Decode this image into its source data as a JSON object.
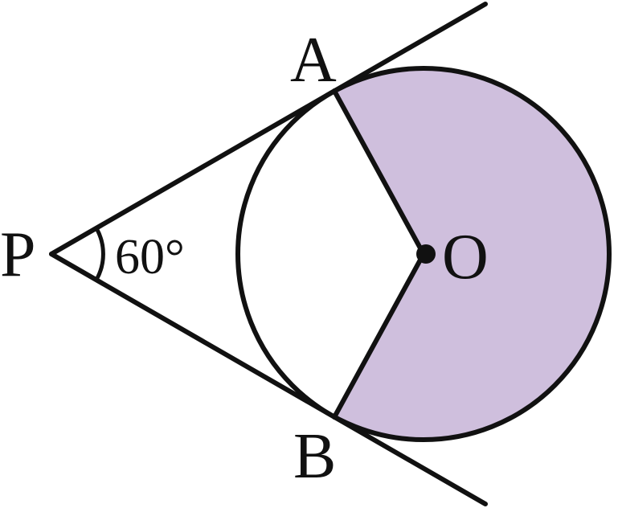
{
  "labels": {
    "point_a": "A",
    "point_b": "B",
    "point_p": "P",
    "center_o": "O",
    "angle_apb": "60°"
  },
  "colors": {
    "major_sector_fill": "#cfbfdd",
    "stroke": "#111111",
    "background": "#ffffff"
  }
}
